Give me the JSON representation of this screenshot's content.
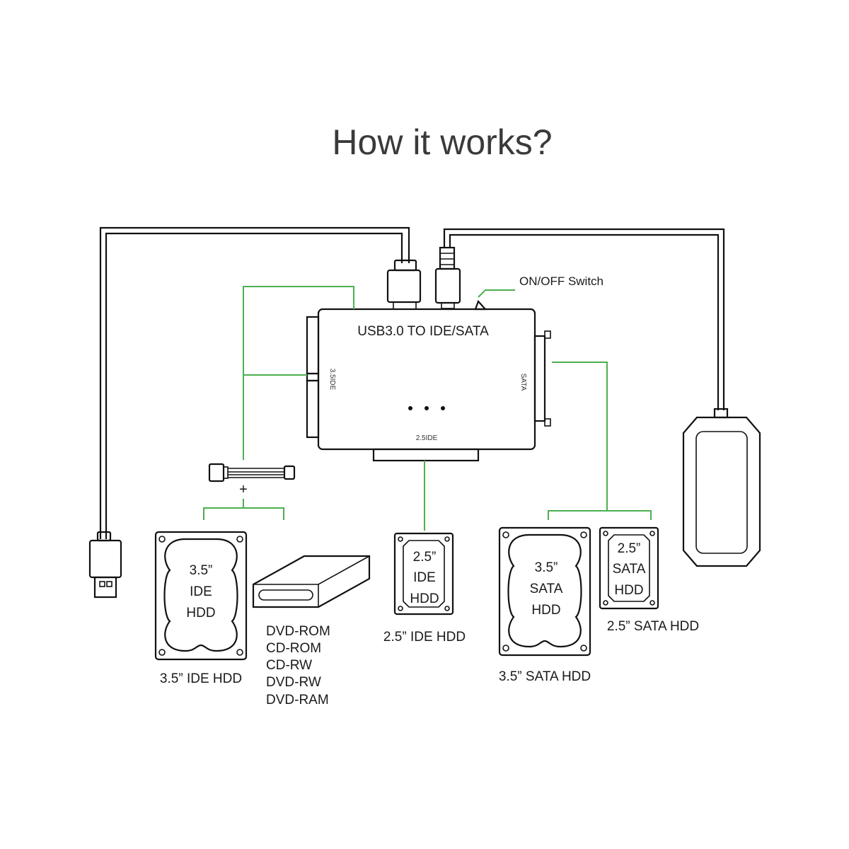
{
  "title": "How it works?",
  "adapter": {
    "label": "USB3.0 TO IDE/SATA",
    "port_35ide": "3.5IDE",
    "port_sata": "SATA",
    "port_25ide": "2.5IDE"
  },
  "switch_label": "ON/OFF Switch",
  "plus_sign": "+",
  "ide35": {
    "inner_lines": [
      "3.5”",
      "IDE",
      "HDD"
    ],
    "caption": "3.5”  IDE HDD"
  },
  "optical": {
    "lines": [
      "DVD-ROM",
      "CD-ROM",
      "CD-RW",
      "DVD-RW",
      "DVD-RAM"
    ]
  },
  "ide25": {
    "inner_lines": [
      "2.5”",
      "IDE",
      "HDD"
    ],
    "caption": "2.5”  IDE HDD"
  },
  "sata35": {
    "inner_lines": [
      "3.5”",
      "SATA",
      "HDD"
    ],
    "caption": "3.5”  SATA HDD"
  },
  "sata25": {
    "inner_lines": [
      "2.5”",
      "SATA",
      "HDD"
    ],
    "caption": "2.5”  SATA HDD"
  },
  "colors": {
    "connector_line": "#4caf50",
    "outline": "#111111",
    "title_text": "#3a3a3a"
  }
}
